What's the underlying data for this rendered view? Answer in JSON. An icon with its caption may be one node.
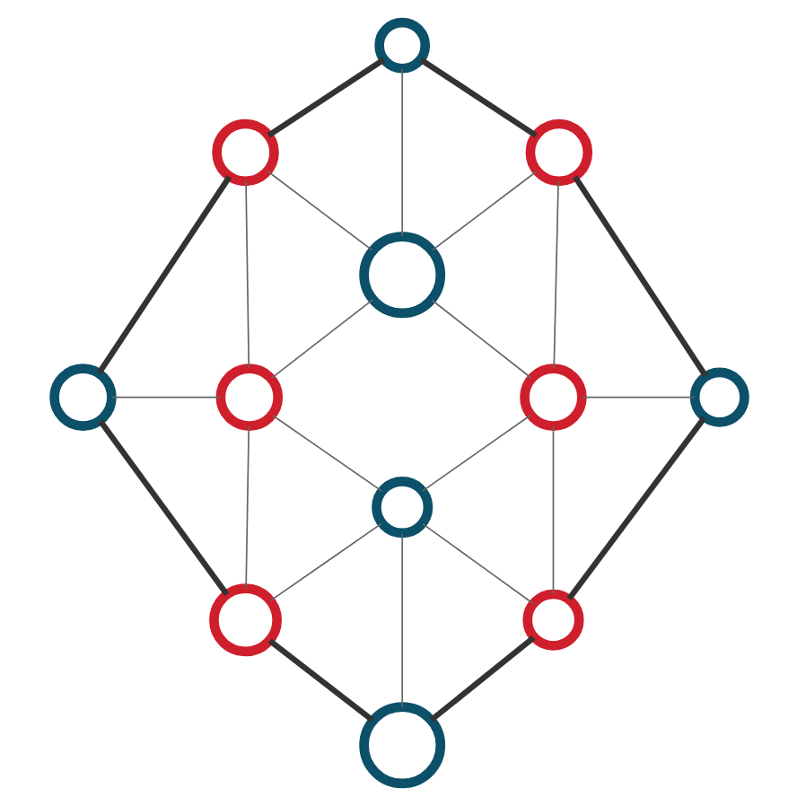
{
  "diagram": {
    "nodes": [
      {
        "text": [],
        "shape": "circle"
      },
      {
        "text": [],
        "shape": "circle"
      },
      {
        "text": [],
        "shape": "circle"
      },
      {
        "text": [],
        "shape": "circle"
      },
      {
        "text": [],
        "shape": "circle"
      },
      {
        "text": [],
        "shape": "circle"
      },
      {
        "text": [],
        "shape": "circle"
      },
      {
        "text": [],
        "shape": "circle"
      },
      {
        "text": [],
        "shape": "circle"
      },
      {
        "text": [],
        "shape": "circle"
      },
      {
        "text": [],
        "shape": "circle"
      },
      {
        "text": [],
        "shape": "circle"
      }
    ],
    "edges": [
      {
        "from": 0,
        "to": 3,
        "arrow": "none"
      },
      {
        "from": 1,
        "to": 3,
        "arrow": "none"
      },
      {
        "from": 2,
        "to": 3,
        "arrow": "none"
      },
      {
        "from": 1,
        "to": 5,
        "arrow": "none"
      },
      {
        "from": 3,
        "to": 5,
        "arrow": "none"
      },
      {
        "from": 3,
        "to": 6,
        "arrow": "none"
      },
      {
        "from": 2,
        "to": 6,
        "arrow": "none"
      },
      {
        "from": 4,
        "to": 5,
        "arrow": "none"
      },
      {
        "from": 6,
        "to": 7,
        "arrow": "none"
      },
      {
        "from": 5,
        "to": 8,
        "arrow": "none"
      },
      {
        "from": 6,
        "to": 8,
        "arrow": "none"
      },
      {
        "from": 5,
        "to": 9,
        "arrow": "none"
      },
      {
        "from": 8,
        "to": 9,
        "arrow": "none"
      },
      {
        "from": 8,
        "to": 11,
        "arrow": "none"
      },
      {
        "from": 8,
        "to": 10,
        "arrow": "none"
      },
      {
        "from": 6,
        "to": 10,
        "arrow": "none"
      },
      {
        "from": 0,
        "to": 1,
        "arrow": "none",
        "style": "thick",
        "color": "#333333"
      },
      {
        "from": 0,
        "to": 2,
        "arrow": "none",
        "style": "thick",
        "color": "#333333"
      },
      {
        "from": 1,
        "to": 4,
        "arrow": "none",
        "style": "thick",
        "color": "#333333"
      },
      {
        "from": 2,
        "to": 7,
        "arrow": "none",
        "style": "thick",
        "color": "#333333"
      },
      {
        "from": 4,
        "to": 9,
        "arrow": "none",
        "style": "thick",
        "color": "#333333"
      },
      {
        "from": 7,
        "to": 10,
        "arrow": "none",
        "style": "thick",
        "color": "#333333"
      },
      {
        "from": 9,
        "to": 11,
        "arrow": "none",
        "style": "thick",
        "color": "#333333"
      },
      {
        "from": 10,
        "to": 11,
        "arrow": "none",
        "style": "thick",
        "color": "#333333"
      }
    ]
  }
}
